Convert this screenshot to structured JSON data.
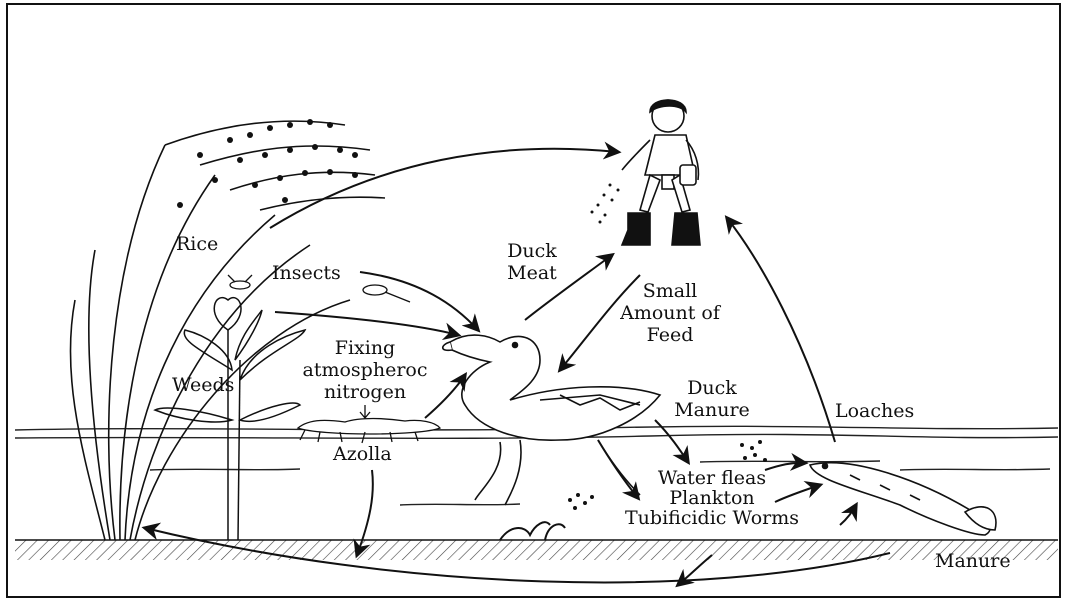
{
  "labels": {
    "rice": "Rice",
    "insects": "Insects",
    "weeds": "Weeds",
    "fixing_1": "Fixing",
    "fixing_2": "atmospheroc",
    "fixing_3": "nitrogen",
    "azolla": "Azolla",
    "duck_meat_1": "Duck",
    "duck_meat_2": "Meat",
    "small_feed_1": "Small",
    "small_feed_2": "Amount of",
    "small_feed_3": "Feed",
    "duck_manure_1": "Duck",
    "duck_manure_2": "Manure",
    "loaches": "Loaches",
    "water_fleas": "Water fleas",
    "plankton": "Plankton",
    "worms": "Tubificidic Worms",
    "manure": "Manure"
  },
  "colors": {
    "ink": "#111111",
    "background": "#ffffff"
  }
}
